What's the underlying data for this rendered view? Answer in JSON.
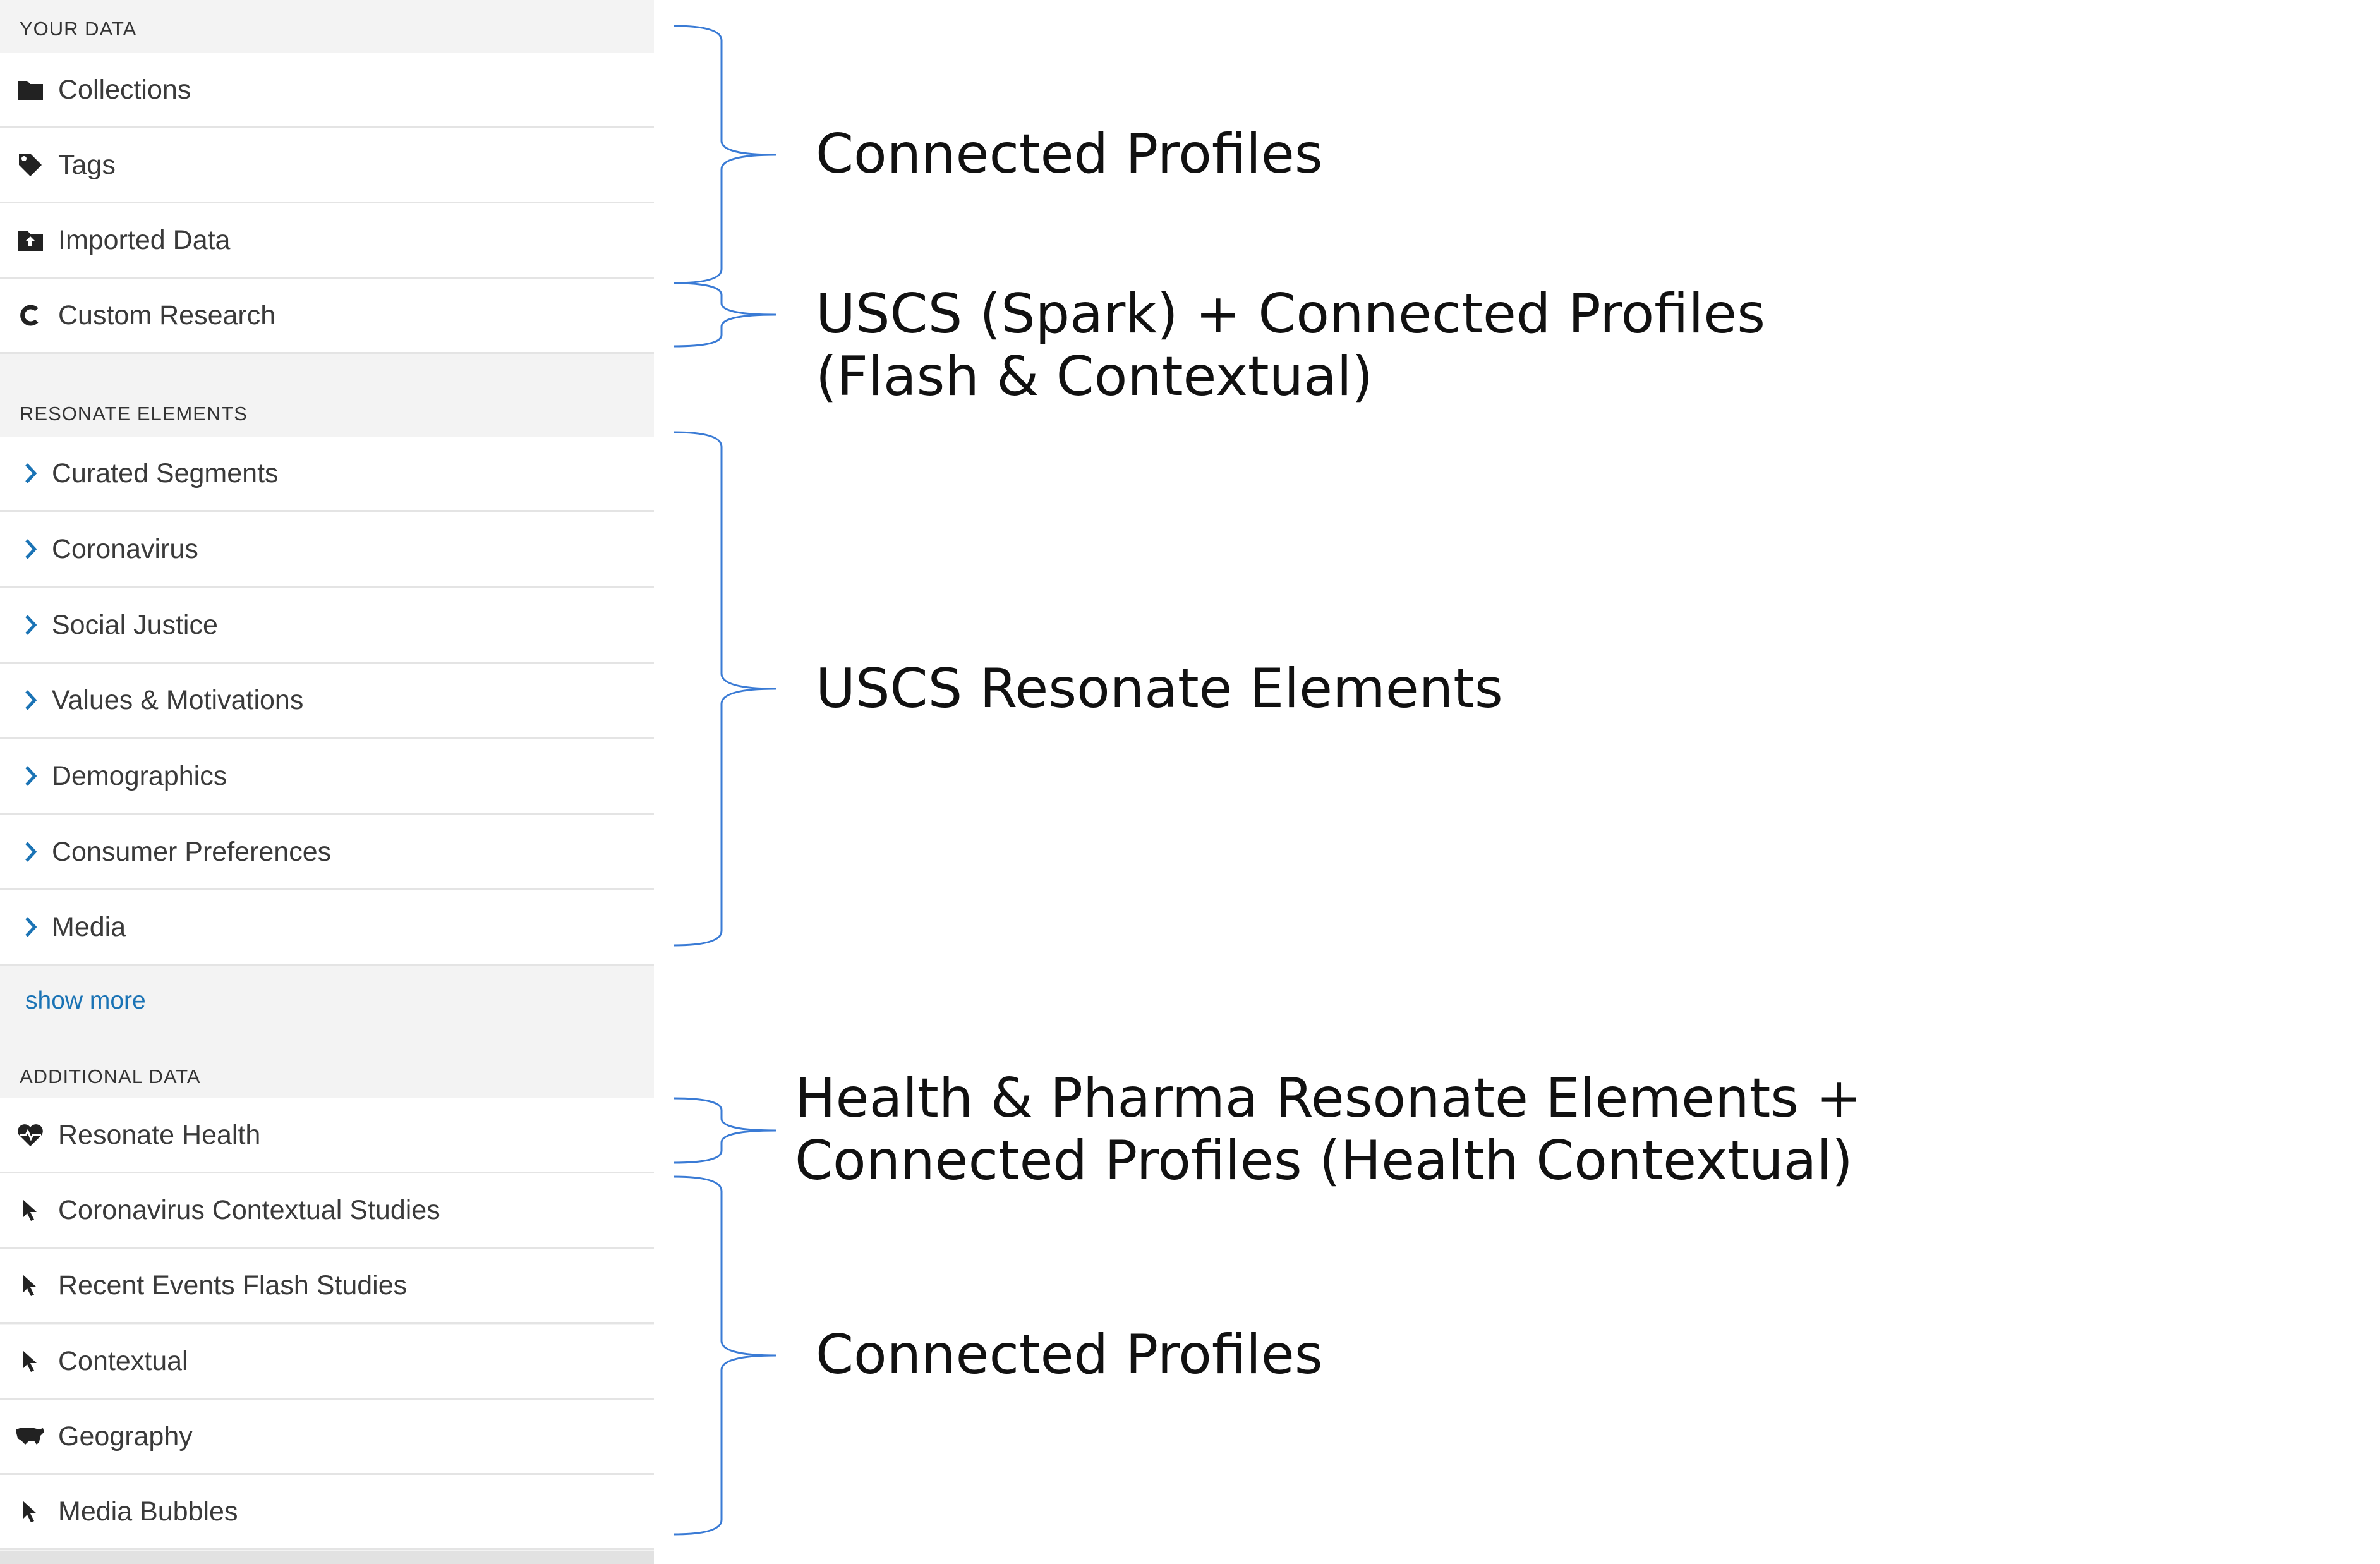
{
  "sidebar": {
    "your_data": {
      "header": "YOUR DATA",
      "items": [
        {
          "label": "Collections",
          "icon": "folder-icon"
        },
        {
          "label": "Tags",
          "icon": "tag-icon"
        },
        {
          "label": "Imported Data",
          "icon": "folder-upload-icon"
        },
        {
          "label": "Custom Research",
          "icon": "c-logo-icon"
        }
      ]
    },
    "resonate_elements": {
      "header": "RESONATE ELEMENTS",
      "items": [
        {
          "label": "Curated Segments",
          "icon": "chevron-right-icon"
        },
        {
          "label": "Coronavirus",
          "icon": "chevron-right-icon"
        },
        {
          "label": "Social Justice",
          "icon": "chevron-right-icon"
        },
        {
          "label": "Values & Motivations",
          "icon": "chevron-right-icon"
        },
        {
          "label": "Demographics",
          "icon": "chevron-right-icon"
        },
        {
          "label": "Consumer Preferences",
          "icon": "chevron-right-icon"
        },
        {
          "label": "Media",
          "icon": "chevron-right-icon"
        }
      ],
      "show_more": "show more"
    },
    "additional_data": {
      "header": "ADDITIONAL DATA",
      "items": [
        {
          "label": "Resonate Health",
          "icon": "heart-pulse-icon"
        },
        {
          "label": "Coronavirus Contextual Studies",
          "icon": "cursor-icon"
        },
        {
          "label": "Recent Events Flash Studies",
          "icon": "cursor-icon"
        },
        {
          "label": "Contextual",
          "icon": "cursor-icon"
        },
        {
          "label": "Geography",
          "icon": "us-map-icon"
        },
        {
          "label": "Media Bubbles",
          "icon": "cursor-icon"
        }
      ]
    }
  },
  "annotations": {
    "connected_profiles_top": "Connected Profiles",
    "uscs_spark_line1": "USCS (Spark) + Connected Profiles",
    "uscs_spark_line2": "(Flash & Contextual)",
    "uscs_resonate": "USCS Resonate Elements",
    "health_line1": "Health & Pharma Resonate Elements +",
    "health_line2": "Connected Profiles (Health Contextual)",
    "connected_profiles_bottom": "Connected Profiles"
  },
  "colors": {
    "sidebar_bg": "#f3f3f3",
    "item_bg": "#ffffff",
    "chevron": "#1a73b5",
    "link": "#1a73b5",
    "bracket": "#3a7bd5",
    "annotation_text": "#111111"
  }
}
